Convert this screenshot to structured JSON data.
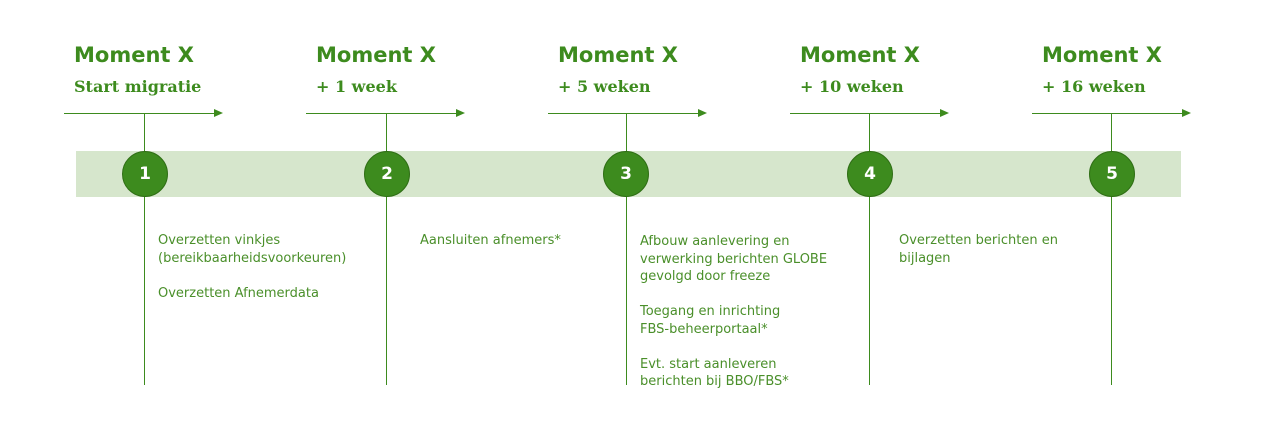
{
  "colors": {
    "accent": "#3d8b1e",
    "band": "#d6e6cc",
    "text": "#4a8f2a"
  },
  "milestones": [
    {
      "title": "Moment X",
      "subtitle": "Start migratie",
      "number": "1",
      "items": [
        "Overzetten vinkjes\n(bereikbaarheidsvoorkeuren)",
        "Overzetten Afnemerdata"
      ]
    },
    {
      "title": "Moment X",
      "subtitle": "+ 1 week",
      "number": "2",
      "items": [
        "Aansluiten afnemers*"
      ]
    },
    {
      "title": "Moment X",
      "subtitle": "+ 5 weken",
      "number": "3",
      "items": [
        "Afbouw aanlevering en\nverwerking berichten GLOBE\ngevolgd door freeze",
        "Toegang en inrichting\nFBS-beheerportaal*",
        "Evt. start aanleveren\nberichten bij BBO/FBS*"
      ]
    },
    {
      "title": "Moment X",
      "subtitle": "+ 10 weken",
      "number": "4",
      "items": [
        "Overzetten berichten en\nbijlagen"
      ]
    },
    {
      "title": "Moment X",
      "subtitle": "+ 16 weken",
      "number": "5",
      "items": []
    }
  ]
}
